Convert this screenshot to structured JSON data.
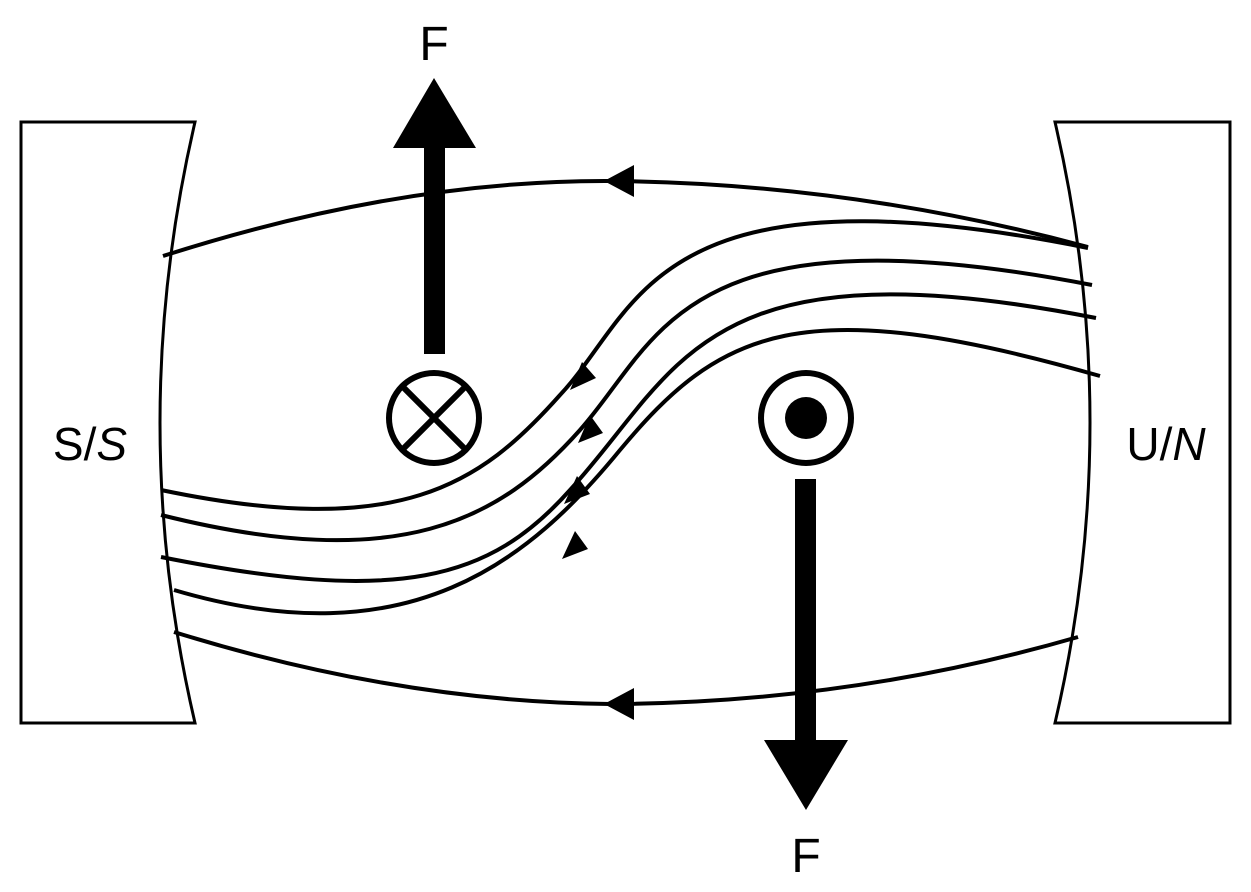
{
  "diagram": {
    "force_label_top": "F",
    "force_label_bottom": "F",
    "left_pole": {
      "main": "S/",
      "italic": "S"
    },
    "right_pole": {
      "main": "U/",
      "italic": "N"
    },
    "conductor_left": "current-into-page",
    "conductor_right": "current-out-of-page",
    "field_direction": "right-to-left"
  }
}
